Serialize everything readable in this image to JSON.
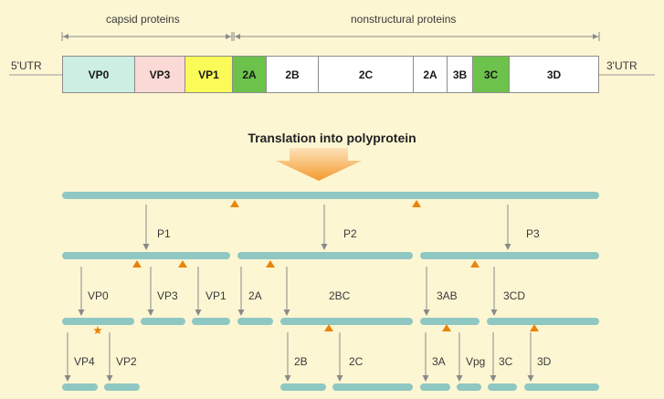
{
  "genome": {
    "utr5": "5'UTR",
    "utr3": "3'UTR",
    "capsid_label": "capsid proteins",
    "nonstructural_label": "nonstructural proteins",
    "segments": [
      {
        "label": "VP0",
        "color": "#cdeee2"
      },
      {
        "label": "VP3",
        "color": "#fbd9d4"
      },
      {
        "label": "VP1",
        "color": "#fafa58"
      },
      {
        "label": "2A",
        "color": "#6cc24a"
      },
      {
        "label": "2B",
        "color": "#ffffff"
      },
      {
        "label": "2C",
        "color": "#ffffff"
      },
      {
        "label": "2A",
        "color": "#ffffff"
      },
      {
        "label": "3B",
        "color": "#ffffff"
      },
      {
        "label": "3C",
        "color": "#6cc24a"
      },
      {
        "label": "3D",
        "color": "#ffffff"
      }
    ]
  },
  "translation_label": "Translation into polyprotein",
  "processing": {
    "level1": [
      "P1",
      "P2",
      "P3"
    ],
    "level2": [
      "VP0",
      "VP3",
      "VP1",
      "2A",
      "2BC",
      "3AB",
      "3CD"
    ],
    "level3": [
      "VP4",
      "VP2",
      "2B",
      "2C",
      "3A",
      "Vpg",
      "3C",
      "3D"
    ]
  },
  "colors": {
    "background": "#fdf6d3",
    "bar": "#8fc7c2",
    "cleavage_marker": "#e8840c",
    "arrow_gradient_top": "#fde2b8",
    "arrow_gradient_bottom": "#f39a2f"
  }
}
